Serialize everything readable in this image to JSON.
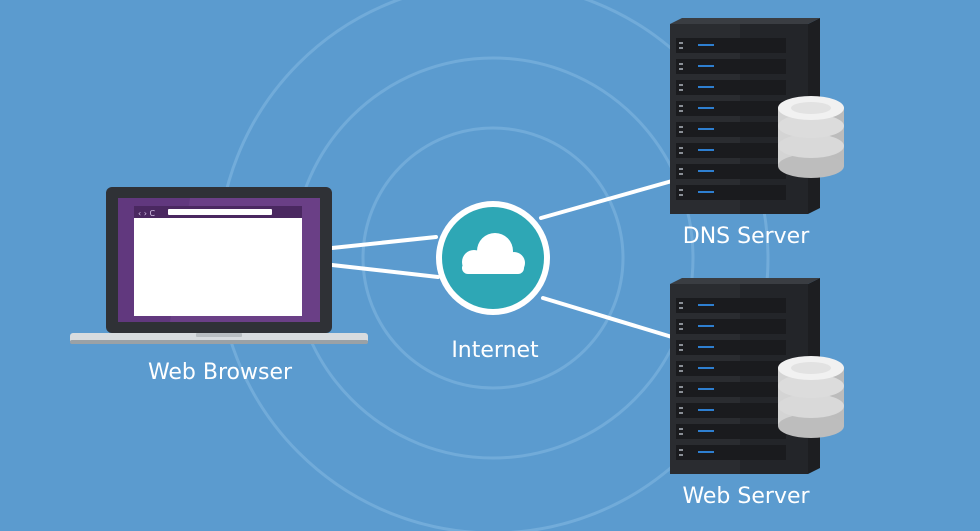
{
  "nodes": {
    "web_browser": {
      "label": "Web Browser"
    },
    "internet": {
      "label": "Internet",
      "icon": "cloud-icon"
    },
    "dns_server": {
      "label": "DNS Server"
    },
    "web_server": {
      "label": "Web Server"
    }
  },
  "browser_window": {
    "nav_glyphs": "‹ › C"
  },
  "colors": {
    "background": "#5b9bcf",
    "rings": "#7ab2de",
    "link": "#ffffff",
    "hub": "#2ea7b5",
    "hub_border": "#ffffff",
    "laptop_body": "#2f3136",
    "laptop_screen": "#6a3f86",
    "server_body": "#2a2c30",
    "disk": "#e3e3e3"
  }
}
